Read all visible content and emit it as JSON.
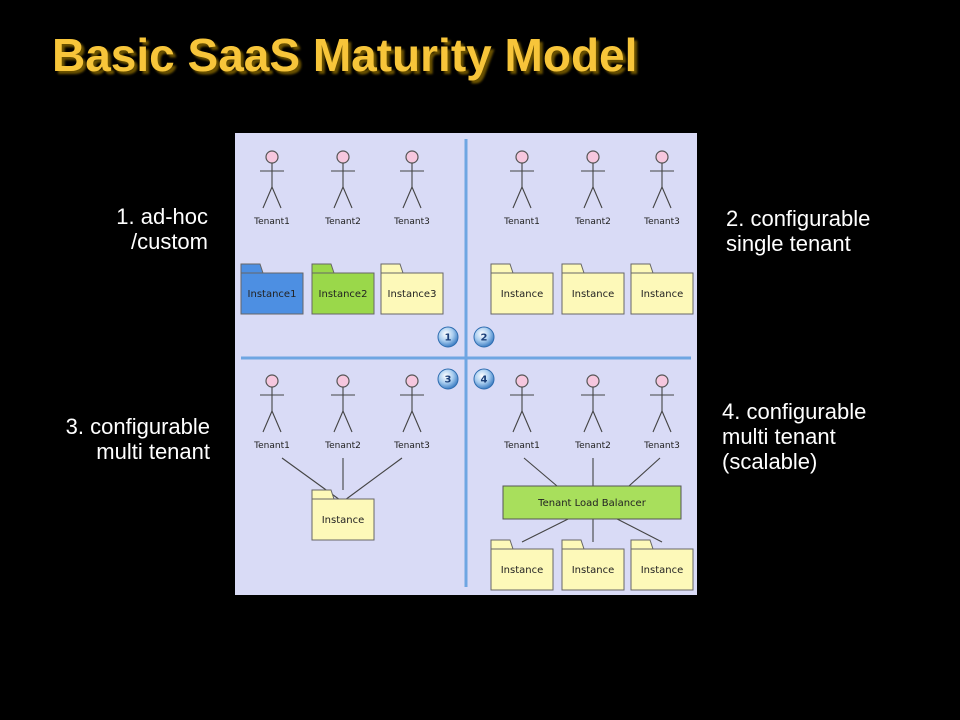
{
  "title": "Basic SaaS Maturity Model",
  "quadrant_labels": {
    "q1": "1. ad-hoc\n/custom",
    "q2": "2. configurable\nsingle tenant",
    "q3": "3. configurable\nmulti tenant",
    "q4": "4. configurable\nmulti tenant\n(scalable)"
  },
  "diagram": {
    "tenants": [
      "Tenant1",
      "Tenant2",
      "Tenant3"
    ],
    "q1_instances": [
      "Instance1",
      "Instance2",
      "Instance3"
    ],
    "instance_label": "Instance",
    "load_balancer": "Tenant Load Balancer",
    "badges": [
      "1",
      "2",
      "3",
      "4"
    ]
  },
  "colors": {
    "title": "#f7c53a",
    "panel_bg": "#d9dbf6",
    "divider": "#6ea6e2",
    "folder_yellow": "#fdf9b9",
    "folder_blue": "#4d8fe2",
    "folder_green": "#9ad84a",
    "load_balancer": "#a8df5c",
    "actor_head": "#f6c7de"
  }
}
